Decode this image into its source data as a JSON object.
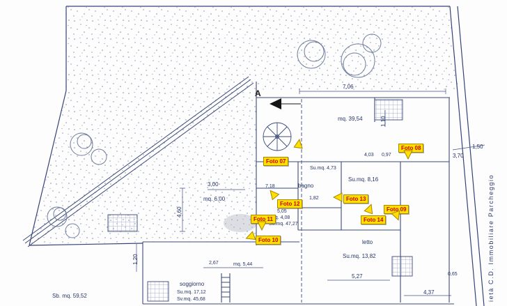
{
  "section_marker": "A",
  "boundary_text": "ietà C.D. Immobiliare Parcheggio",
  "foto_markers": [
    {
      "label": "Foto 07"
    },
    {
      "label": "Foto 08"
    },
    {
      "label": "Foto 09"
    },
    {
      "label": "Foto 10"
    },
    {
      "label": "Foto 11"
    },
    {
      "label": "Foto 12"
    },
    {
      "label": "Foto 13"
    },
    {
      "label": "Foto 14"
    }
  ],
  "plan_texts": {
    "dim_top_width": "7,06",
    "area_hall": "mq. 39,54",
    "dim_110": "1,10",
    "dim_403": "4,03",
    "dim_097": "0,97",
    "dim_150": "1,50",
    "dim_370": "3,70",
    "dim_300": "3,00",
    "area_600": "mq. 6,00",
    "dim_718": "7,18",
    "bagno_area_small": "Su.mq. 4,73",
    "bagno_label": "bagno",
    "bagno_area": "Su.mq. 8,16",
    "dim_182": "1,82",
    "dim_460": "4,60",
    "dim_505": "5,05",
    "area_408": "mq. 4,08",
    "area_4727": "Su.mq. 47,27",
    "letto_label": "letto",
    "letto_area": "Su.mq. 13,82",
    "dim_267": "2,67",
    "area_544": "mq. 5,44",
    "dim_120": "1,20",
    "soggiorno_label": "soggiorno",
    "soggiorno_area1": "Su.mq. 17,12",
    "soggiorno_area2": "Sv.mq. 45,68",
    "lot_area": "Sb. mq. 59,52",
    "dim_527": "5,27",
    "dim_437": "4,37",
    "dim_065": "0,65"
  },
  "colors": {
    "marker_bg": "#ffe000",
    "marker_text": "#cf0000",
    "ink": "#34427a"
  }
}
